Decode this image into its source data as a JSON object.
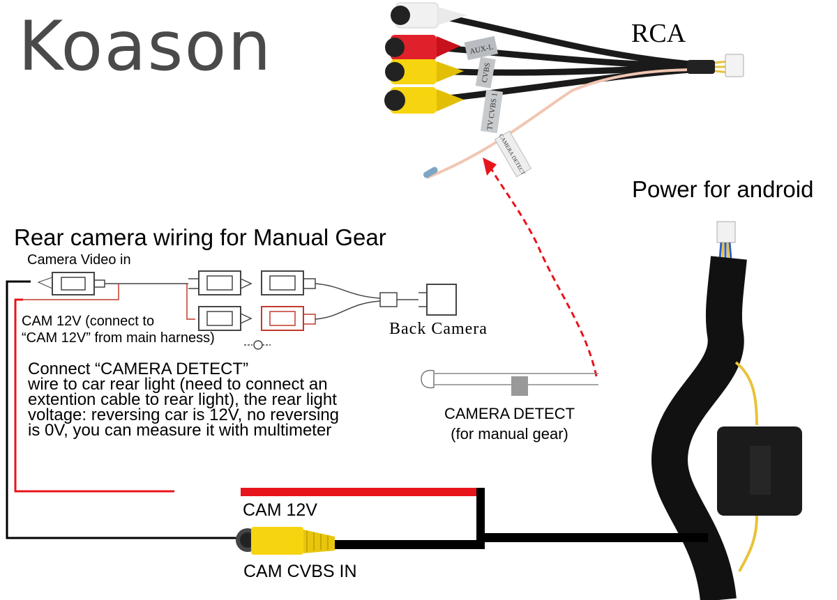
{
  "brand": "Koason",
  "labels": {
    "rca": "RCA",
    "power": "Power for android",
    "heading": "Rear camera wiring for Manual Gear",
    "camera_video_in": "Camera Video in",
    "cam12_note": [
      "CAM 12V (connect to",
      "“CAM 12V” from main harness)"
    ],
    "back_camera": "Back Camera",
    "detect_note": [
      "Connect “CAMERA DETECT”",
      "wire to car rear light (need to connect an",
      "extention cable to rear light), the rear light",
      "voltage: reversing car is 12V, no reversing",
      "is 0V, you can measure it with multimeter"
    ],
    "camera_detect": [
      "CAMERA DETECT",
      "(for manual gear)"
    ],
    "cam_12v": "CAM 12V",
    "cam_cvbs_in": "CAM CVBS IN"
  },
  "cable_tags": [
    "AUX-L",
    "CVBS",
    "TV CVBS 1",
    "CAMERA DETECT"
  ],
  "colors": {
    "power_wire": "#e8141b",
    "signal_wire": "#000000",
    "rca_yellow": "#f6d40f",
    "rca_red": "#e0202a",
    "rca_white": "#f2f2f2",
    "detect_arrow": "#e8141b",
    "cable_sheath": "#111111"
  }
}
